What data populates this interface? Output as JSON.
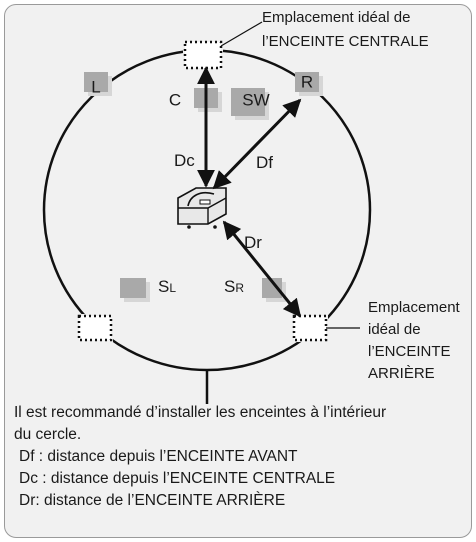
{
  "labels": {
    "speaker_left": "L",
    "speaker_right": "R",
    "speaker_center": "C",
    "subwoofer": "SW",
    "surround_left_main": "S",
    "surround_left_sub": "L",
    "surround_right_main": "S",
    "surround_right_sub": "R",
    "dist_center": "Dc",
    "dist_front": "Df",
    "dist_rear": "Dr"
  },
  "callouts": {
    "center_line1": "Emplacement idéal de",
    "center_line2": "l’ENCEINTE CENTRALE",
    "rear_line1": "Emplacement",
    "rear_line2": "idéal de",
    "rear_line3": "l’ENCEINTE",
    "rear_line4": "ARRIÈRE"
  },
  "notes": {
    "main_line1": "Il est recommandé d’installer les enceintes à l’intérieur",
    "main_line2": "du cercle.",
    "df": "Df : distance depuis l’ENCEINTE AVANT",
    "dc": "Dc : distance depuis l’ENCEINTE CENTRALE",
    "dr": "Dr: distance de l’ENCEINTE ARRIÈRE"
  },
  "colors": {
    "background": "#f1f1f1",
    "speaker_face": "#a9a9a9",
    "speaker_side": "#d6d6d6",
    "line": "#111111"
  }
}
